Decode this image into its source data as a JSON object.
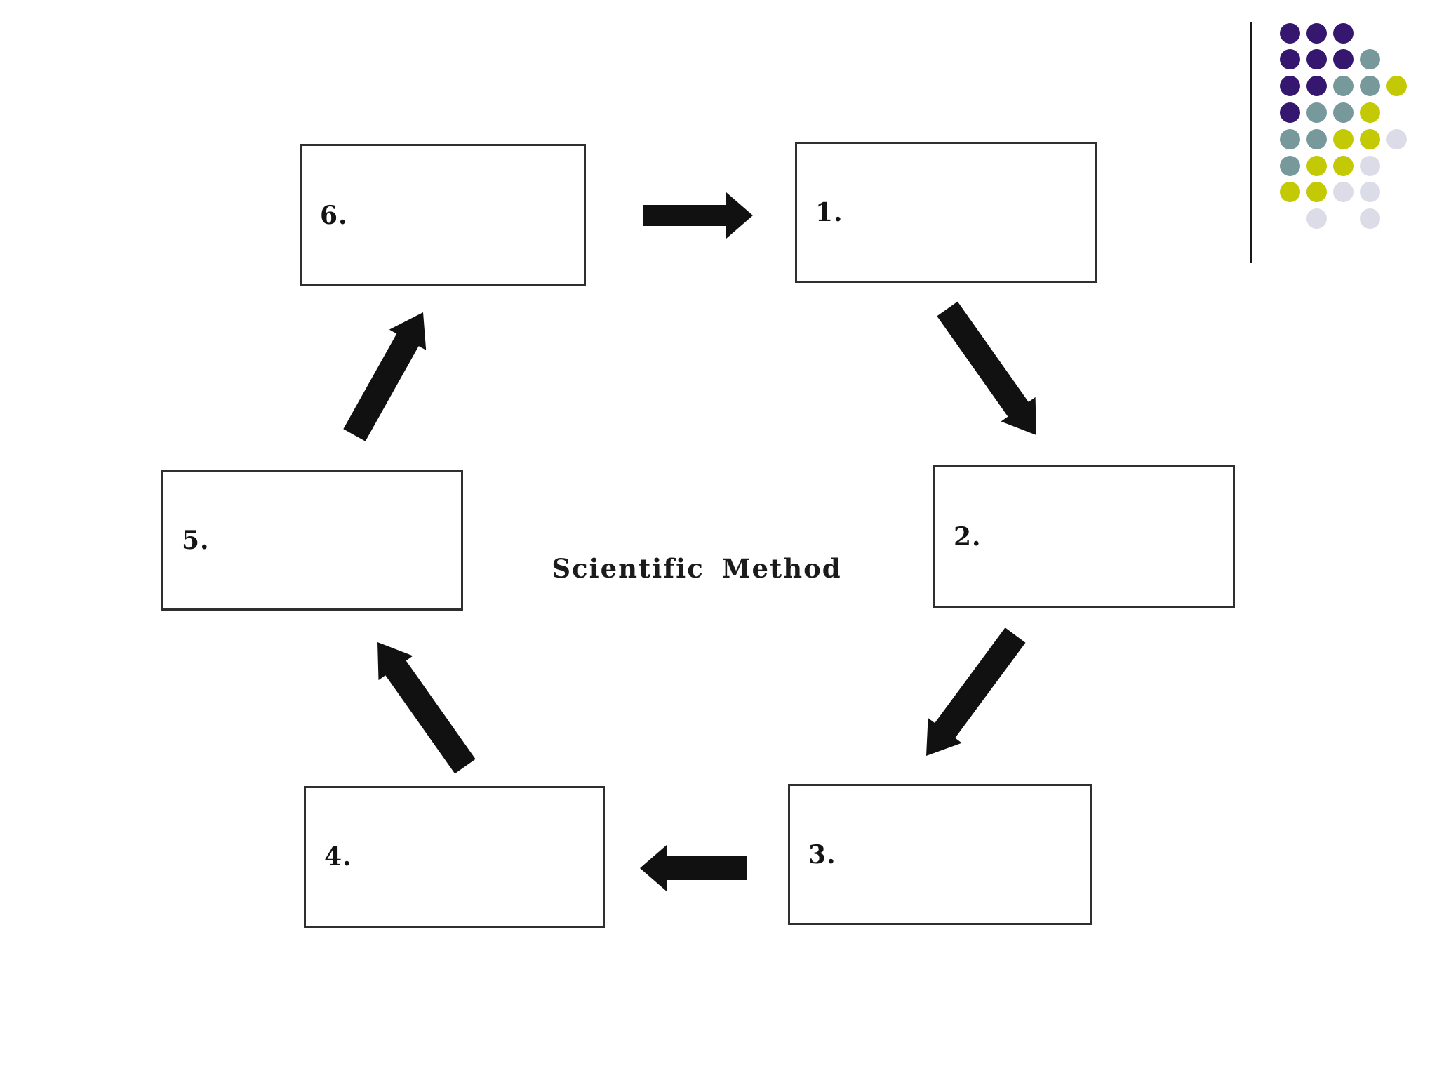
{
  "slide": {
    "background_color": "#ffffff"
  },
  "diagram": {
    "title": "Scientific Method",
    "boxes": [
      {
        "id": "1",
        "label": "1.",
        "content": ""
      },
      {
        "id": "2",
        "label": "2.",
        "content": ""
      },
      {
        "id": "3",
        "label": "3.",
        "content": ""
      },
      {
        "id": "4",
        "label": "4.",
        "content": ""
      },
      {
        "id": "5",
        "label": "5.",
        "content": ""
      },
      {
        "id": "6",
        "label": "6.",
        "content": ""
      }
    ],
    "arrows": [
      {
        "name": "arrow-6-to-1",
        "from": "6",
        "to": "1",
        "direction": "right"
      },
      {
        "name": "arrow-1-to-2",
        "from": "1",
        "to": "2",
        "direction": "down-right"
      },
      {
        "name": "arrow-2-to-3",
        "from": "2",
        "to": "3",
        "direction": "down-left"
      },
      {
        "name": "arrow-3-to-4",
        "from": "3",
        "to": "4",
        "direction": "left"
      },
      {
        "name": "arrow-4-to-5",
        "from": "4",
        "to": "5",
        "direction": "up-left"
      },
      {
        "name": "arrow-5-to-6",
        "from": "5",
        "to": "6",
        "direction": "up-right"
      }
    ],
    "arrow_color": "#111111",
    "box_border_color": "#2f2f2f",
    "text_color": "#141414"
  },
  "decoration": {
    "vertical_line_color": "#1a1a1a",
    "dot_colors": {
      "P": "#35176f",
      "T": "#78999b",
      "Y": "#c3c904",
      "L": "#dcdce8"
    },
    "dot_pattern": [
      "PPP..",
      "PPPT.",
      "PPTTY",
      "PTTY.",
      "TTYYL",
      "TYYL.",
      "YYLL.",
      ".L.L."
    ]
  }
}
